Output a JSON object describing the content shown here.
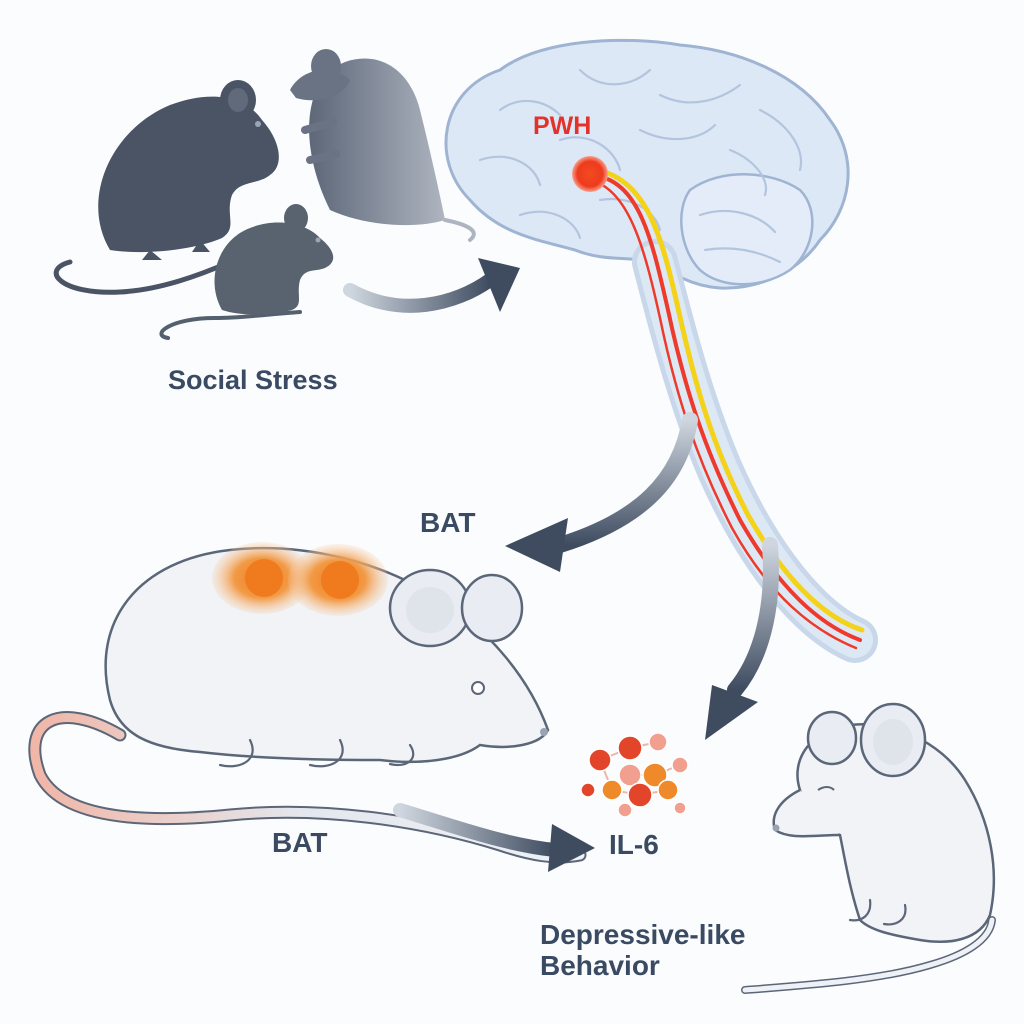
{
  "labels": {
    "social_stress": "Social Stress",
    "pwh": "PWH",
    "bat_top": "BAT",
    "bat_bottom": "BAT",
    "il6": "IL-6",
    "depressive_line1": "Depressive-like",
    "depressive_line2": "Behavior"
  },
  "colors": {
    "text": "#3a4a63",
    "pwh_label": "#e3322b",
    "pwh_dot": "#ee3a1e",
    "arrow": "#3f4c60",
    "dark_mouse": "#4a5464",
    "brain_fill": "#dce8f6",
    "brain_stroke": "#9fb4d2",
    "white_mouse_fill": "#f1f3f7",
    "white_mouse_stroke": "#5b6678",
    "bat_orange": "#f08a2c",
    "nerve_red": "#ee3a2a",
    "nerve_yellow": "#f4d21a",
    "il6_red": "#e2452a",
    "il6_orange": "#ef8a2a",
    "il6_pink": "#f1a090"
  }
}
